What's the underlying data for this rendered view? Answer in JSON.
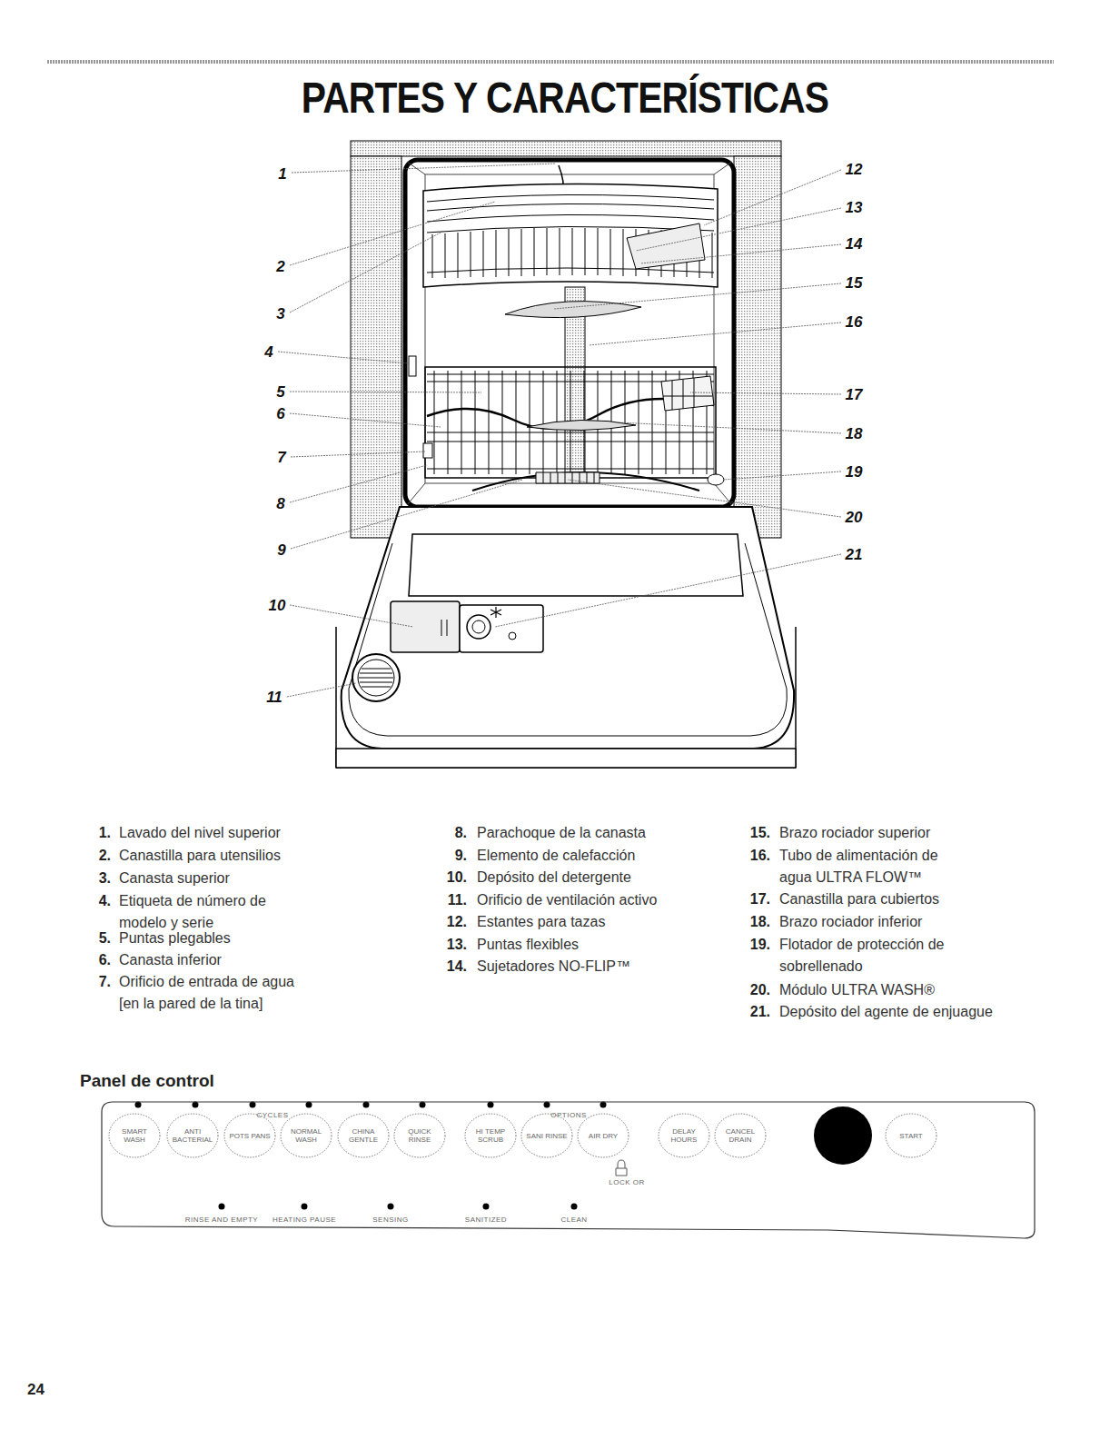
{
  "diagram": {
    "title": "PARTES Y CARACTERÍSTICAS",
    "nodes": [
      {
        "text": [
          "CYCLES",
          "OPTIONS",
          "LOCK OR",
          "RINSE AND EMPTY",
          "HEATING PAUSE",
          "SENSING",
          "SANITIZED",
          "CLEAN"
        ]
      },
      {
        "text": [
          "SMART WASH"
        ],
        "in": 0
      },
      {
        "text": [
          "ANTI BACTERIAL"
        ],
        "in": 0
      },
      {
        "text": [
          "POTS PANS"
        ],
        "in": 0
      },
      {
        "text": [
          "NORMAL WASH"
        ],
        "in": 0
      },
      {
        "text": [
          "CHINA GENTLE"
        ],
        "in": 0
      },
      {
        "text": [
          "QUICK RINSE"
        ],
        "in": 0
      },
      {
        "text": [
          "HI TEMP SCRUB"
        ],
        "in": 0
      },
      {
        "text": [
          "SANI RINSE"
        ],
        "in": 0
      },
      {
        "text": [
          "AIR DRY"
        ],
        "in": 0
      },
      {
        "text": [
          "DELAY HOURS"
        ],
        "in": 0
      },
      {
        "text": [
          "CANCEL DRAIN"
        ],
        "in": 0
      },
      {
        "text": [
          "START"
        ],
        "in": 0
      }
    ],
    "labels": [
      "1",
      "2",
      "3",
      "4",
      "5",
      "6",
      "7",
      "8",
      "9",
      "10",
      "11",
      "12",
      "13",
      "14",
      "15",
      "16",
      "17",
      "18",
      "19",
      "20",
      "21",
      "1.",
      "Lavado del nivel superior",
      "2.",
      "Canastilla para utensilios",
      "3.",
      "Canasta superior",
      "4.",
      "Etiqueta de número de modelo y serie",
      "5.",
      "Puntas plegables",
      "6.",
      "Canasta inferior",
      "7.",
      "Orificio de entrada de agua [en la pared de la tina]",
      "8.",
      "Parachoque de la canasta",
      "9.",
      "Elemento de calefacción",
      "10.",
      "Depósito del detergente",
      "11.",
      "Orificio de ventilación activo",
      "12.",
      "Estantes para tazas",
      "13.",
      "Puntas flexibles",
      "14.",
      "Sujetadores NO-FLIP™",
      "15.",
      "Brazo rociador superior",
      "16.",
      "Tubo de alimentación de agua ULTRA FLOW™",
      "17.",
      "Canastilla para cubiertos",
      "18.",
      "Brazo rociador inferior",
      "19.",
      "Flotador de protección de sobrellenado",
      "20.",
      "Módulo ULTRA WASH®",
      "21.",
      "Depósito del agente de enjuague",
      "Panel de control",
      "24"
    ]
  }
}
